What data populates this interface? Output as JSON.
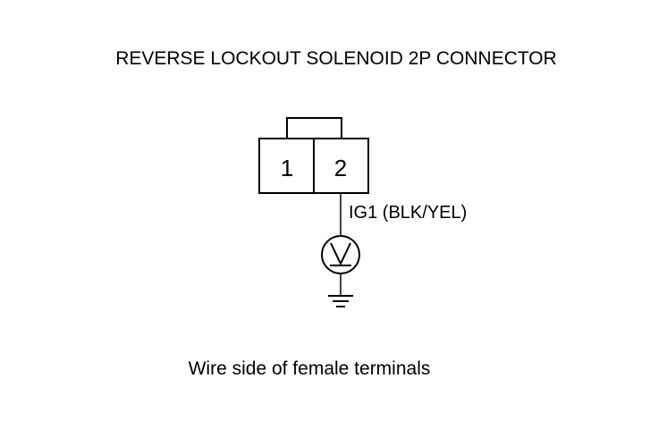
{
  "diagram": {
    "title": "REVERSE LOCKOUT SOLENOID 2P CONNECTOR",
    "connector": {
      "terminal_1": "1",
      "terminal_2": "2"
    },
    "wire_label": "IG1 (BLK/YEL)",
    "caption": "Wire side of female terminals",
    "icons": {
      "meter": "voltmeter-icon",
      "ground": "ground-icon"
    },
    "colors": {
      "ink": "#000000",
      "background": "#ffffff"
    }
  }
}
